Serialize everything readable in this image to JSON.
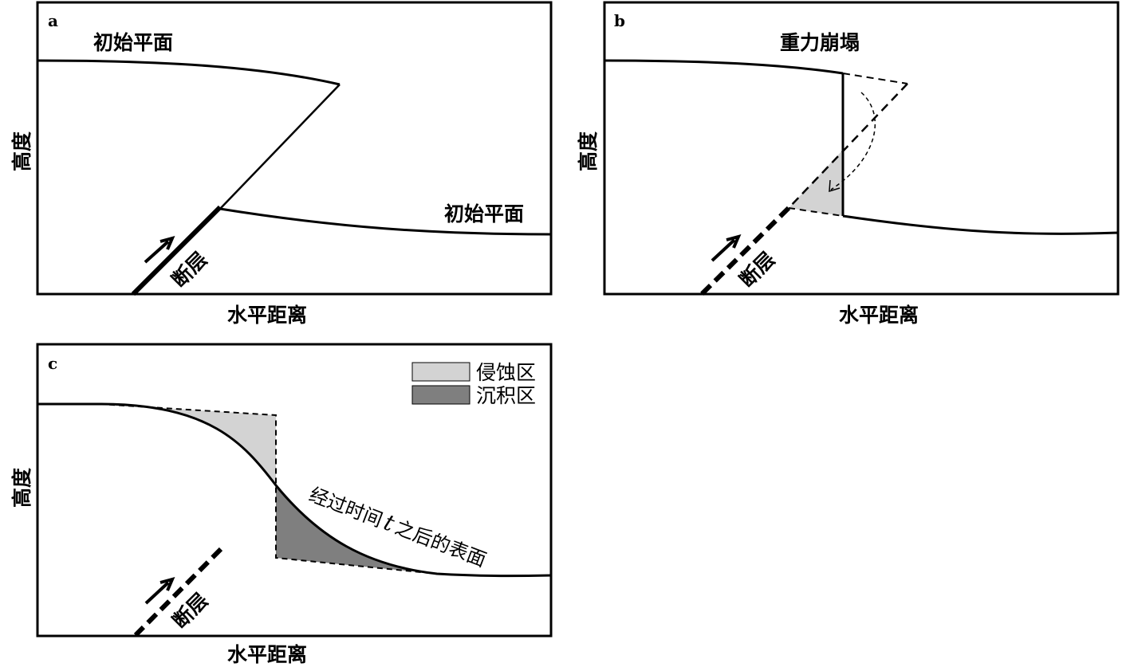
{
  "panels": {
    "a": {
      "label": "a",
      "surface_label_upper": "初始平面",
      "surface_label_lower": "初始平面",
      "fault_label": "断层",
      "xlabel": "水平距离",
      "ylabel": "高度"
    },
    "b": {
      "label": "b",
      "title": "重力崩塌",
      "fault_label": "断层",
      "xlabel": "水平距离",
      "ylabel": "高度"
    },
    "c": {
      "label": "c",
      "curve_label_pre": "经过时间",
      "curve_label_t": "t",
      "curve_label_post": "之后的表面",
      "fault_label": "断层",
      "xlabel": "水平距离",
      "ylabel": "高度",
      "legend": [
        {
          "label": "侵蚀区",
          "color": "#d3d3d3"
        },
        {
          "label": "沉积区",
          "color": "#7f7f7f"
        }
      ]
    }
  },
  "colors": {
    "stroke": "#000000",
    "erosion": "#d3d3d3",
    "deposition": "#7f7f7f"
  }
}
